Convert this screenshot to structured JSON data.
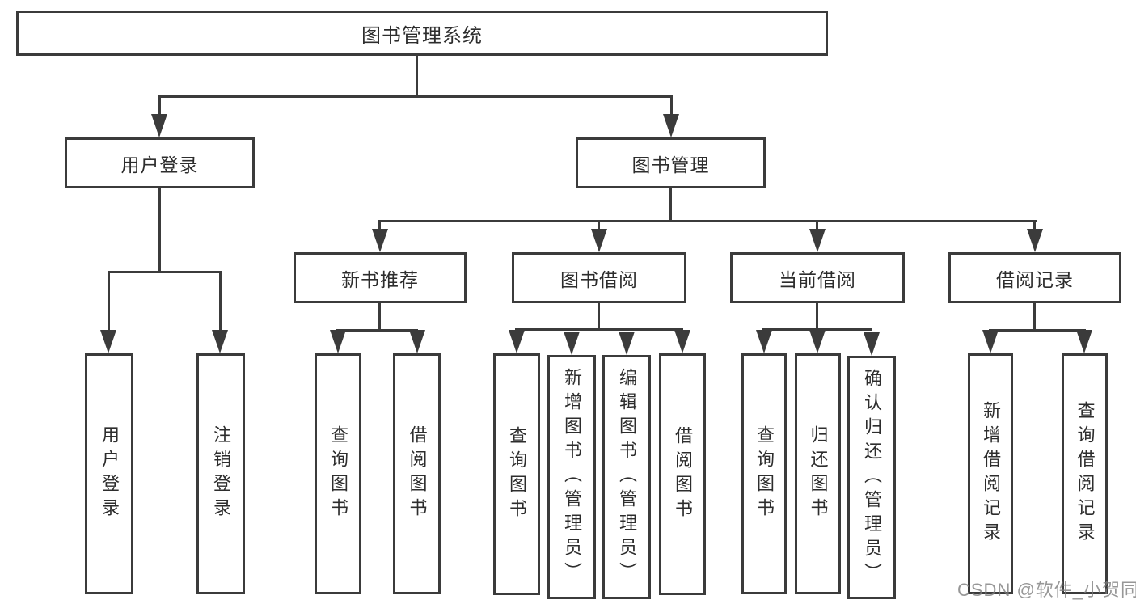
{
  "diagram": {
    "root": {
      "label": "图书管理系统"
    },
    "level1": [
      {
        "label": "用户登录",
        "children": [
          {
            "label": "用户登录"
          },
          {
            "label": "注销登录"
          }
        ]
      },
      {
        "label": "图书管理",
        "children": [
          {
            "label": "新书推荐",
            "children": [
              {
                "label": "查询图书"
              },
              {
                "label": "借阅图书"
              }
            ]
          },
          {
            "label": "图书借阅",
            "children": [
              {
                "label": "查询图书"
              },
              {
                "label": "新增图书（管理员）"
              },
              {
                "label": "编辑图书（管理员）"
              },
              {
                "label": "借阅图书"
              }
            ]
          },
          {
            "label": "当前借阅",
            "children": [
              {
                "label": "查询图书"
              },
              {
                "label": "归还图书"
              },
              {
                "label": "确认归还（管理员）"
              }
            ]
          },
          {
            "label": "借阅记录",
            "children": [
              {
                "label": "新增借阅记录"
              },
              {
                "label": "查询借阅记录"
              }
            ]
          }
        ]
      }
    ]
  },
  "watermark": {
    "text": "CSDN @软件_小贺同学"
  },
  "colors": {
    "line": "#3b3b3b",
    "text": "#2d2d2d",
    "background": "#ffffff",
    "watermark": "#7d7d7d"
  }
}
